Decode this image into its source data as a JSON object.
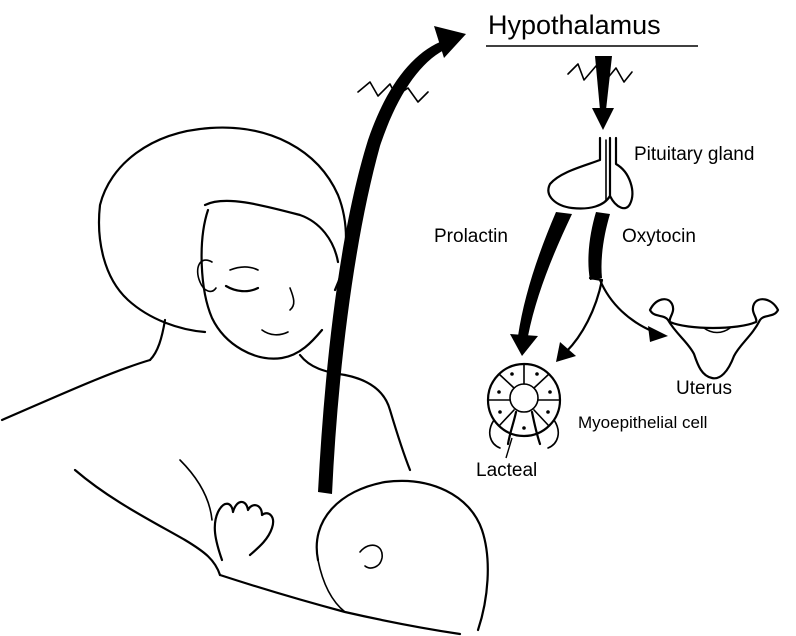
{
  "labels": {
    "hypothalamus": "Hypothalamus",
    "pituitary": "Pituitary gland",
    "prolactin": "Prolactin",
    "oxytocin": "Oxytocin",
    "uterus": "Uterus",
    "myoepithelial": "Myoepithelial cell",
    "lacteal": "Lacteal"
  },
  "colors": {
    "ink": "#000000",
    "background": "#ffffff"
  }
}
